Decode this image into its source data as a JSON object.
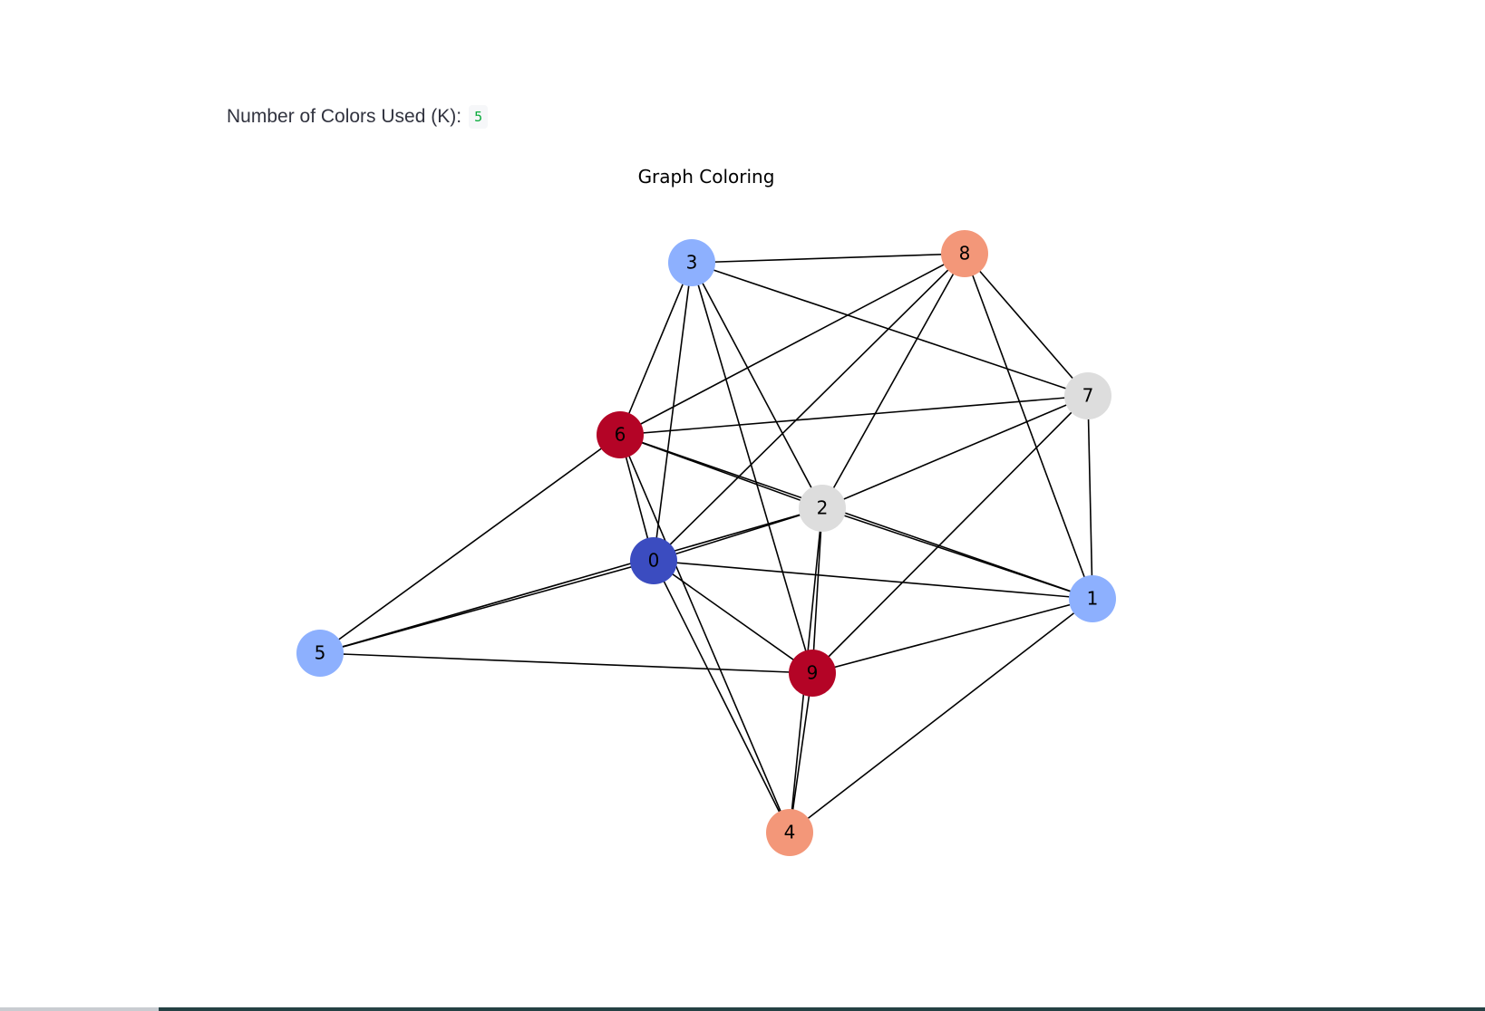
{
  "header": {
    "k_label": "Number of Colors Used (K):",
    "k_value": "5"
  },
  "graph": {
    "title": "Graph Coloring",
    "nodes": [
      {
        "id": "0",
        "color": "#3b4cc0"
      },
      {
        "id": "1",
        "color": "#8db0fe"
      },
      {
        "id": "2",
        "color": "#dddddd"
      },
      {
        "id": "3",
        "color": "#8db0fe"
      },
      {
        "id": "4",
        "color": "#f39779"
      },
      {
        "id": "5",
        "color": "#8db0fe"
      },
      {
        "id": "6",
        "color": "#b40426"
      },
      {
        "id": "7",
        "color": "#dddddd"
      },
      {
        "id": "8",
        "color": "#f39779"
      },
      {
        "id": "9",
        "color": "#b40426"
      }
    ],
    "edges": [
      [
        "3",
        "8"
      ],
      [
        "3",
        "6"
      ],
      [
        "3",
        "0"
      ],
      [
        "3",
        "9"
      ],
      [
        "3",
        "2"
      ],
      [
        "3",
        "7"
      ],
      [
        "8",
        "6"
      ],
      [
        "8",
        "0"
      ],
      [
        "8",
        "2"
      ],
      [
        "8",
        "7"
      ],
      [
        "8",
        "1"
      ],
      [
        "7",
        "6"
      ],
      [
        "7",
        "2"
      ],
      [
        "7",
        "9"
      ],
      [
        "7",
        "1"
      ],
      [
        "6",
        "2"
      ],
      [
        "6",
        "0"
      ],
      [
        "6",
        "4"
      ],
      [
        "6",
        "5"
      ],
      [
        "6",
        "1"
      ],
      [
        "2",
        "0"
      ],
      [
        "2",
        "5"
      ],
      [
        "2",
        "1"
      ],
      [
        "2",
        "9"
      ],
      [
        "2",
        "4"
      ],
      [
        "0",
        "5"
      ],
      [
        "0",
        "1"
      ],
      [
        "0",
        "9"
      ],
      [
        "0",
        "4"
      ],
      [
        "5",
        "9"
      ],
      [
        "9",
        "1"
      ],
      [
        "9",
        "4"
      ],
      [
        "4",
        "1"
      ]
    ]
  }
}
